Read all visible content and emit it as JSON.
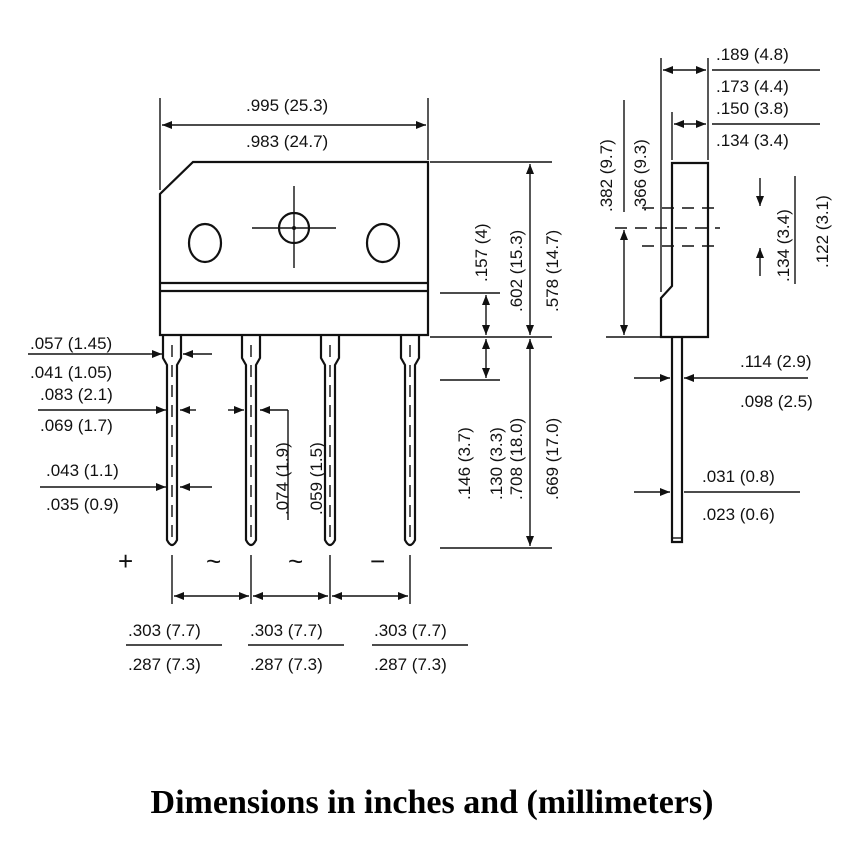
{
  "caption": "Dimensions in inches and (millimeters)",
  "front_view": {
    "body_width": {
      "max": ".995 (25.3)",
      "min": ".983 (24.7)"
    },
    "hole_from_top": ".157 (4)",
    "body_height": {
      "max": ".602 (15.3)",
      "min": ".578 (14.7)"
    },
    "lead_length": {
      "max": ".708 (18.0)",
      "min": ".669 (17.0)"
    },
    "lead_shoulder": {
      "max": ".146 (3.7)",
      "min": ".130 (3.3)"
    },
    "lead_width_top": {
      "max": ".057 (1.45)",
      "min": ".041 (1.05)"
    },
    "lead_gap": {
      "max": ".083 (2.1)",
      "min": ".069 (1.7)"
    },
    "lead_width_bottom": {
      "max": ".043 (1.1)",
      "min": ".035 (0.9)"
    },
    "lead_inner": {
      "max": ".074 (1.9)",
      "min": ".059 (1.5)"
    },
    "pitch": [
      {
        "max": ".303 (7.7)",
        "min": ".287 (7.3)"
      },
      {
        "max": ".303 (7.7)",
        "min": ".287 (7.3)"
      },
      {
        "max": ".303 (7.7)",
        "min": ".287 (7.3)"
      }
    ],
    "pin_labels": [
      "+",
      "~",
      "~",
      "−"
    ]
  },
  "side_view": {
    "thickness": {
      "max": ".189 (4.8)",
      "min": ".173 (4.4)"
    },
    "thin_part": {
      "max": ".150 (3.8)",
      "min": ".134 (3.4)"
    },
    "hole_height": {
      "max": ".382 (9.7)",
      "min": ".366 (9.3)"
    },
    "hole_dia": {
      "max": ".134 (3.4)",
      "min": ".122 (3.1)"
    },
    "lead_thickness": {
      "max": ".114 (2.9)",
      "min": ".098 (2.5)"
    },
    "lead_tip": {
      "max": ".031 (0.8)",
      "min": ".023 (0.6)"
    }
  }
}
